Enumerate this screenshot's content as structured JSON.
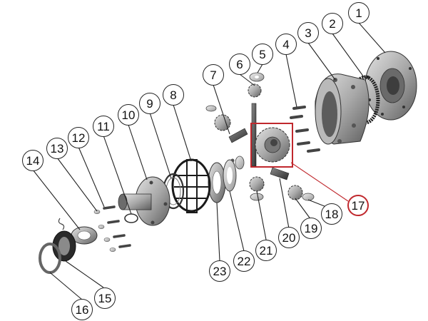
{
  "callouts": [
    {
      "label": "1",
      "highlighted": false
    },
    {
      "label": "2",
      "highlighted": false
    },
    {
      "label": "3",
      "highlighted": false
    },
    {
      "label": "4",
      "highlighted": false
    },
    {
      "label": "5",
      "highlighted": false
    },
    {
      "label": "6",
      "highlighted": false
    },
    {
      "label": "7",
      "highlighted": false
    },
    {
      "label": "8",
      "highlighted": false
    },
    {
      "label": "9",
      "highlighted": false
    },
    {
      "label": "10",
      "highlighted": false
    },
    {
      "label": "11",
      "highlighted": false
    },
    {
      "label": "12",
      "highlighted": false
    },
    {
      "label": "13",
      "highlighted": false
    },
    {
      "label": "14",
      "highlighted": false
    },
    {
      "label": "15",
      "highlighted": false
    },
    {
      "label": "16",
      "highlighted": false
    },
    {
      "label": "17",
      "highlighted": true
    },
    {
      "label": "18",
      "highlighted": false
    },
    {
      "label": "19",
      "highlighted": false
    },
    {
      "label": "20",
      "highlighted": false
    },
    {
      "label": "21",
      "highlighted": false
    },
    {
      "label": "22",
      "highlighted": false
    },
    {
      "label": "23",
      "highlighted": false
    }
  ],
  "highlight_color": "#c0282d"
}
